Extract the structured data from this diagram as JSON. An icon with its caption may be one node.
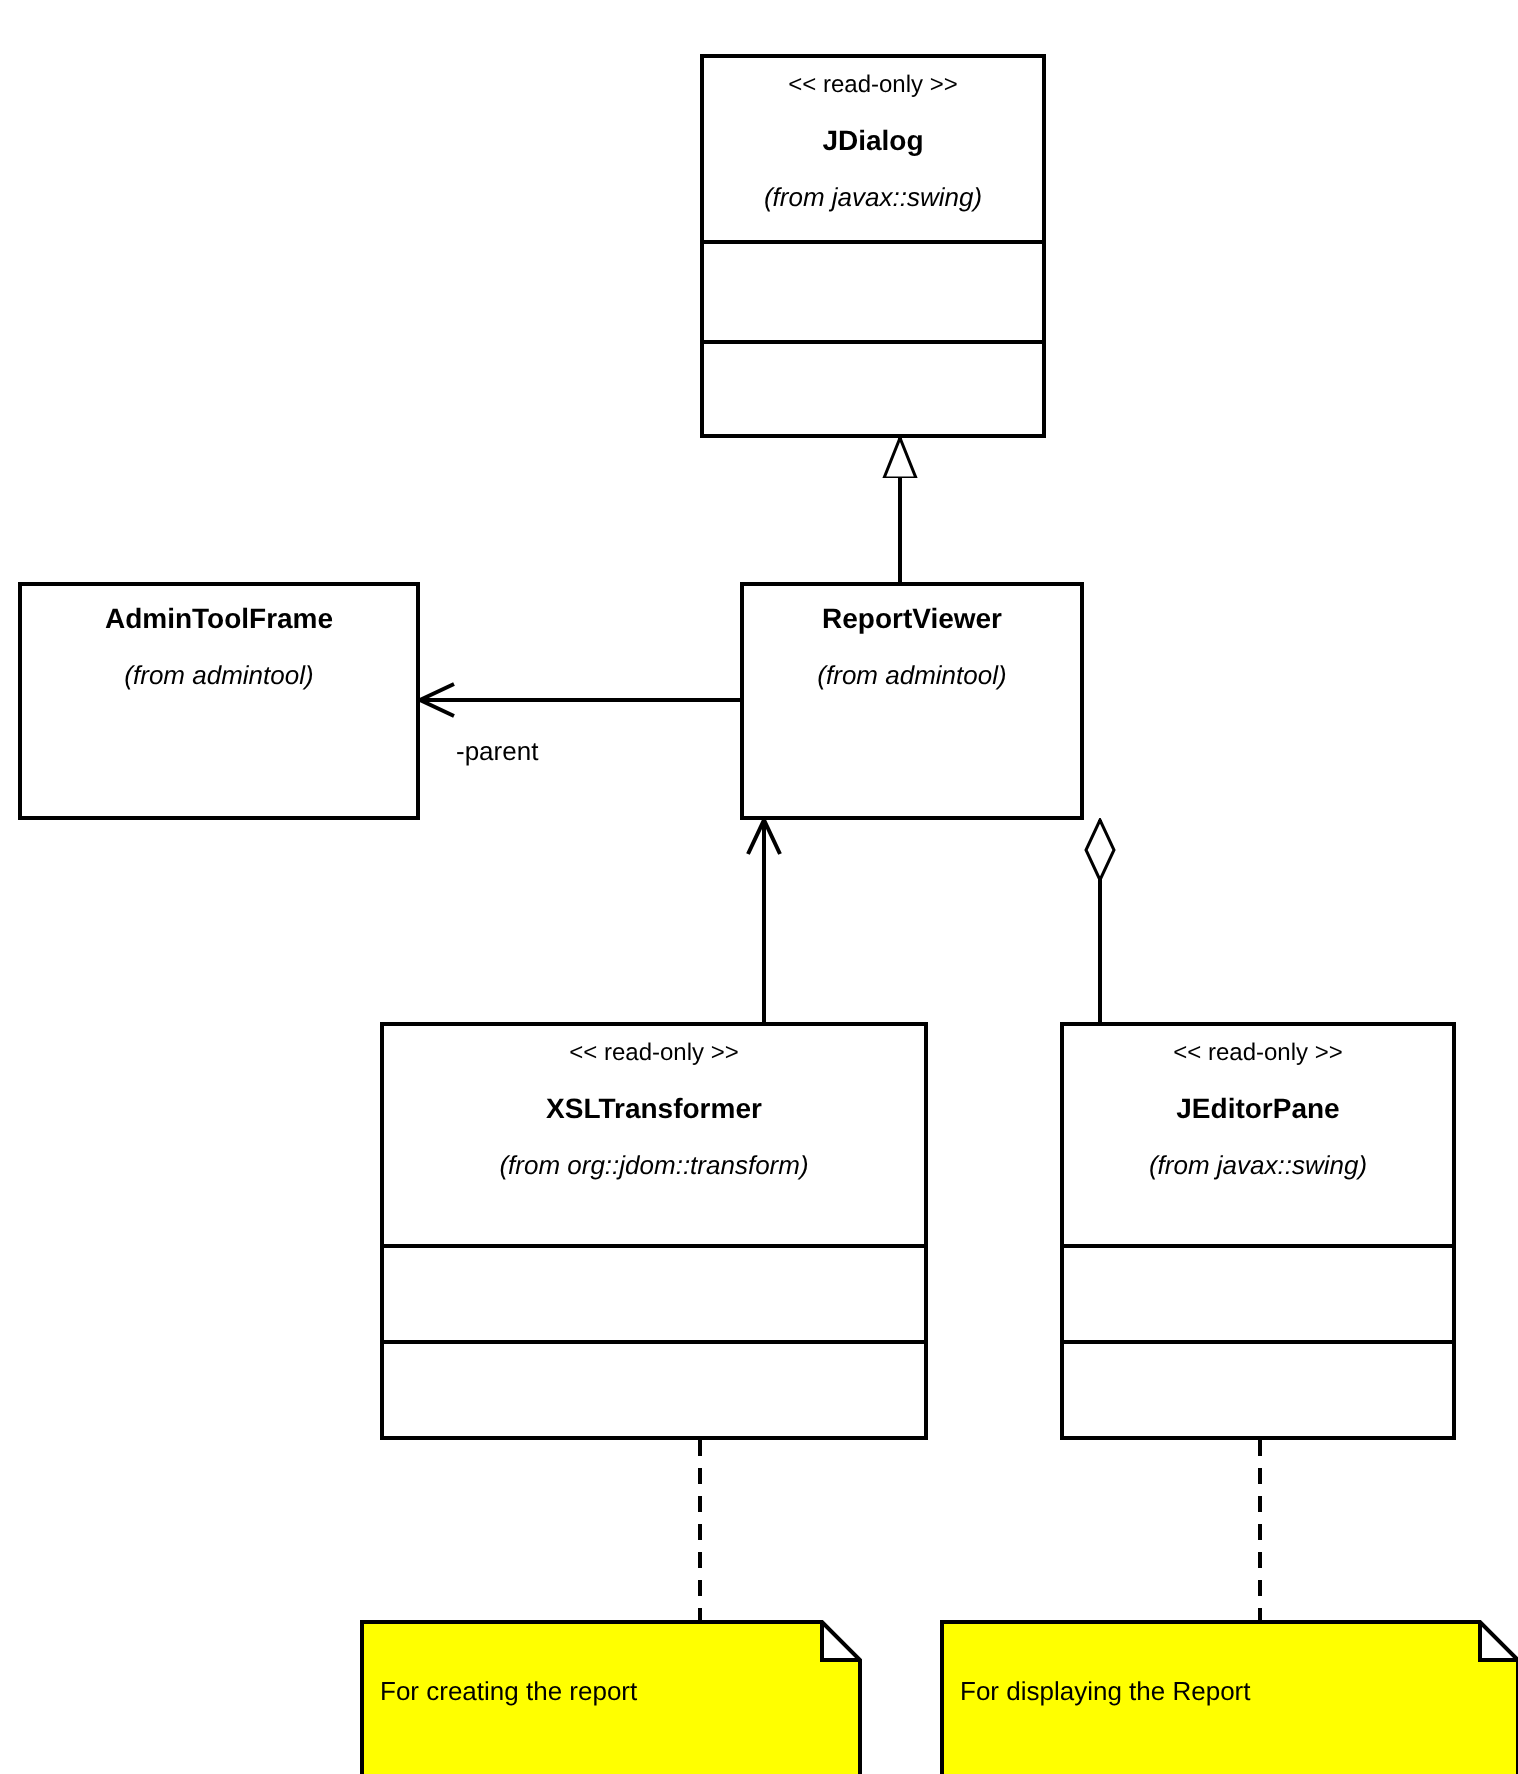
{
  "diagram": {
    "nodes": [
      {
        "text": [
          "<< read-only >>",
          "JDialog",
          "(from javax::swing)"
        ]
      },
      {
        "text": [
          "AdminToolFrame",
          "(from admintool)"
        ]
      },
      {
        "text": [
          "ReportViewer",
          "(from admintool)"
        ]
      },
      {
        "text": [
          "<< read-only >>",
          "XSLTransformer",
          "(from org::jdom::transform)"
        ]
      },
      {
        "text": [
          "<< read-only >>",
          "JEditorPane",
          "(from javax::swing)"
        ]
      },
      {
        "text": [
          "For creating the report"
        ]
      },
      {
        "text": [
          "For displaying the Report"
        ]
      }
    ],
    "edges": [
      {
        "from": 2,
        "to": 0,
        "arrow": "to"
      },
      {
        "from": 2,
        "to": 1,
        "arrow": "to",
        "label": "-parent"
      },
      {
        "from": 3,
        "to": 2,
        "arrow": "to"
      },
      {
        "from": 4,
        "to": 2,
        "arrow": "other"
      },
      {
        "from": 3,
        "to": 5,
        "arrow": "none",
        "style": "dashed"
      },
      {
        "from": 4,
        "to": 6,
        "arrow": "none",
        "style": "dashed"
      }
    ]
  }
}
